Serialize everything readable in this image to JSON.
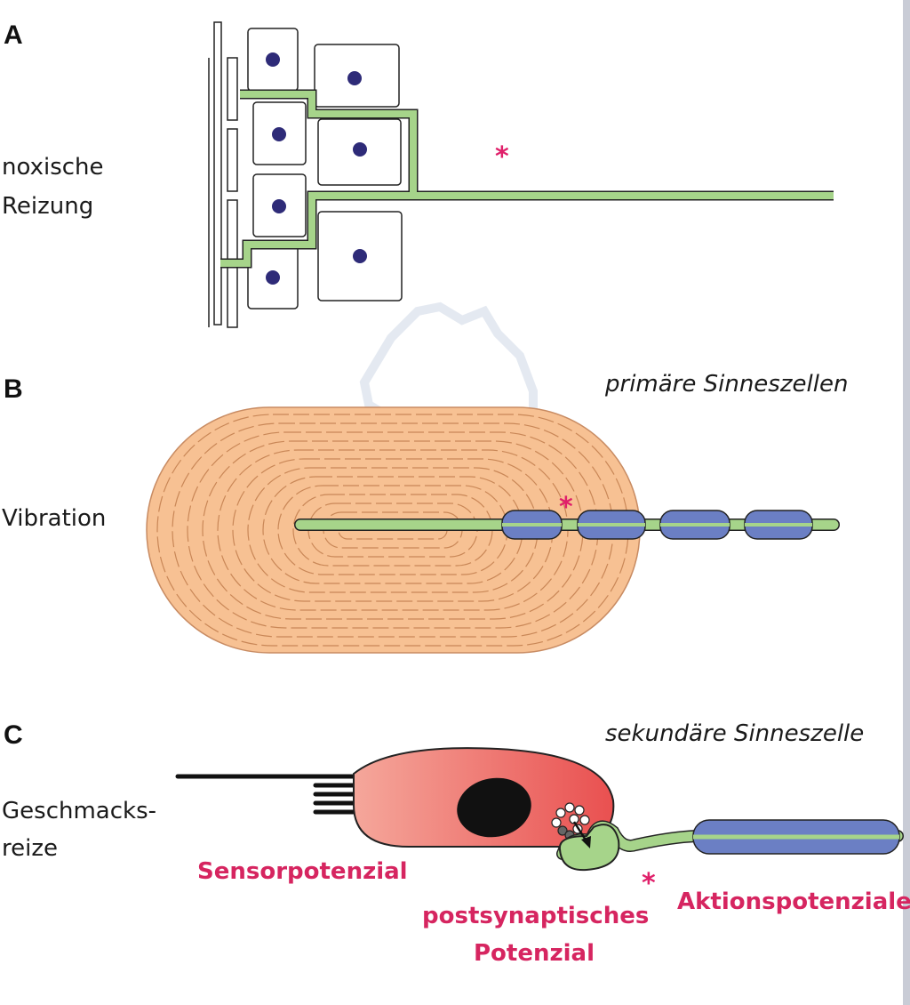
{
  "panels": {
    "a": {
      "letter": "A",
      "stimulus": [
        "noxische",
        "Reizung"
      ],
      "marker": "*"
    },
    "b": {
      "letter": "B",
      "stimulus": "Vibration",
      "caption": "primäre Sinneszellen",
      "marker": "*"
    },
    "c": {
      "letter": "C",
      "stimulus": [
        "Geschmacks-",
        "reize"
      ],
      "caption": "sekundäre Sinneszelle",
      "marker": "*",
      "labels": {
        "sensor": "Sensorpotenzial",
        "postsynaptic": [
          "postsynaptisches",
          "Potenzial"
        ],
        "action": "Aktionspotenziale"
      }
    }
  },
  "colors": {
    "axon": "#a6d48a",
    "myelin": "#6b7fc4",
    "capsule": "#f7c193",
    "receptor_cell": "#ee6a66",
    "nucleus": "#2e2b78",
    "highlight": "#d62560"
  }
}
